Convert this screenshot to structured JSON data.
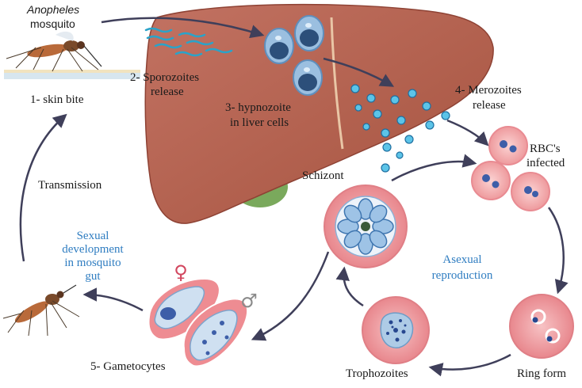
{
  "labels": {
    "anopheles": "Anopheles",
    "mosquito": "mosquito",
    "skin_bite": "1- skin bite",
    "sporozoites": "2- Sporozoites",
    "release": "release",
    "hypnozoite": "3- hypnozoite",
    "liver_cells": "in liver cells",
    "merozoites": "4- Merozoites",
    "merozoites_release": "release",
    "rbcs": "RBC's",
    "infected": "infected",
    "schizont": "Schizont",
    "transmission": "Transmission",
    "sexual_1": "Sexual",
    "sexual_2": "development",
    "sexual_3": "in mosquito",
    "sexual_4": "gut",
    "asexual_1": "Asexual",
    "asexual_2": "reproduction",
    "gametocytes": "5- Gametocytes",
    "trophozoites": "Trophozoites",
    "ring_form": "Ring form"
  },
  "symbols": {
    "female": "♀",
    "male": "♂"
  },
  "colors": {
    "liver": "#b8614f",
    "liver_dark": "#8e4234",
    "gallbladder": "#6e9e52",
    "cell_pink": "#f2a6a6",
    "cell_border": "#e07f86",
    "parasite_blue": "#2e7fb8",
    "text_blue": "#2f7dc1",
    "arrow": "#3f3f5a"
  }
}
